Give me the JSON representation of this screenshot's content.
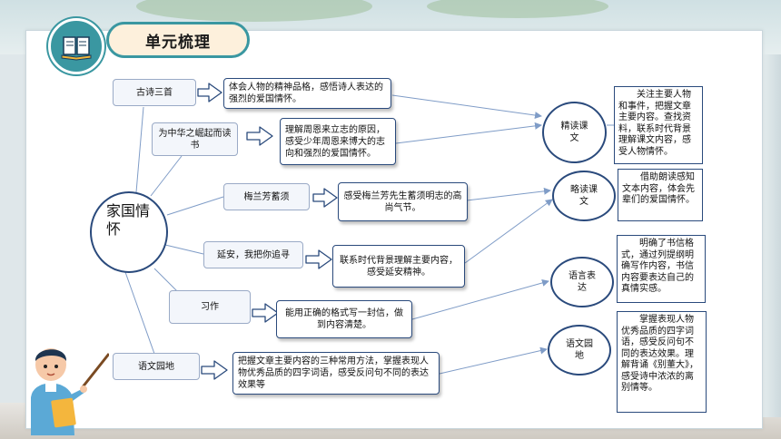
{
  "title": "单元梳理",
  "center": "家国情怀",
  "topics": [
    {
      "label": "古诗三首",
      "desc": "体会人物的精神品格，感悟诗人表达的强烈的爱国情怀。"
    },
    {
      "label": "为中华之崛起而读书",
      "desc": "理解周恩来立志的原因，感受少年周恩来博大的志向和强烈的爱国情怀。"
    },
    {
      "label": "梅兰芳蓄须",
      "desc": "感受梅兰芳先生蓄须明志的高尚气节。"
    },
    {
      "label": "延安，我把你追寻",
      "desc": "联系时代背景理解主要内容，感受延安精神。"
    },
    {
      "label": "习作",
      "desc": "能用正确的格式写一封信，做到内容清楚。"
    },
    {
      "label": "语文园地",
      "desc": "把握文章主要内容的三种常用方法，掌握表现人物优秀品质的四字词语，感受反问句不同的表达效果等"
    }
  ],
  "categories": [
    {
      "label": "精读课文",
      "summary": "关注主要人物和事件，把握文章主要内容。查找资料，联系时代背景理解课文内容，感受人物情怀。"
    },
    {
      "label": "略读课文",
      "summary": "借助朗读感知文本内容，体会先辈们的爱国情怀。"
    },
    {
      "label": "语言表达",
      "summary": "明确了书信格式，通过列提纲明确写作内容，书信内容要表达自己的真情实感。"
    },
    {
      "label": "语文园地",
      "summary": "掌握表现人物优秀品质的四字词语，感受反问句不同的表达效果。理解背诵《别董大》，感受诗中浓浓的离别情等。"
    }
  ],
  "colors": {
    "accent": "#3a97a1",
    "border": "#2a4a7c",
    "line": "#7f9cc7"
  }
}
